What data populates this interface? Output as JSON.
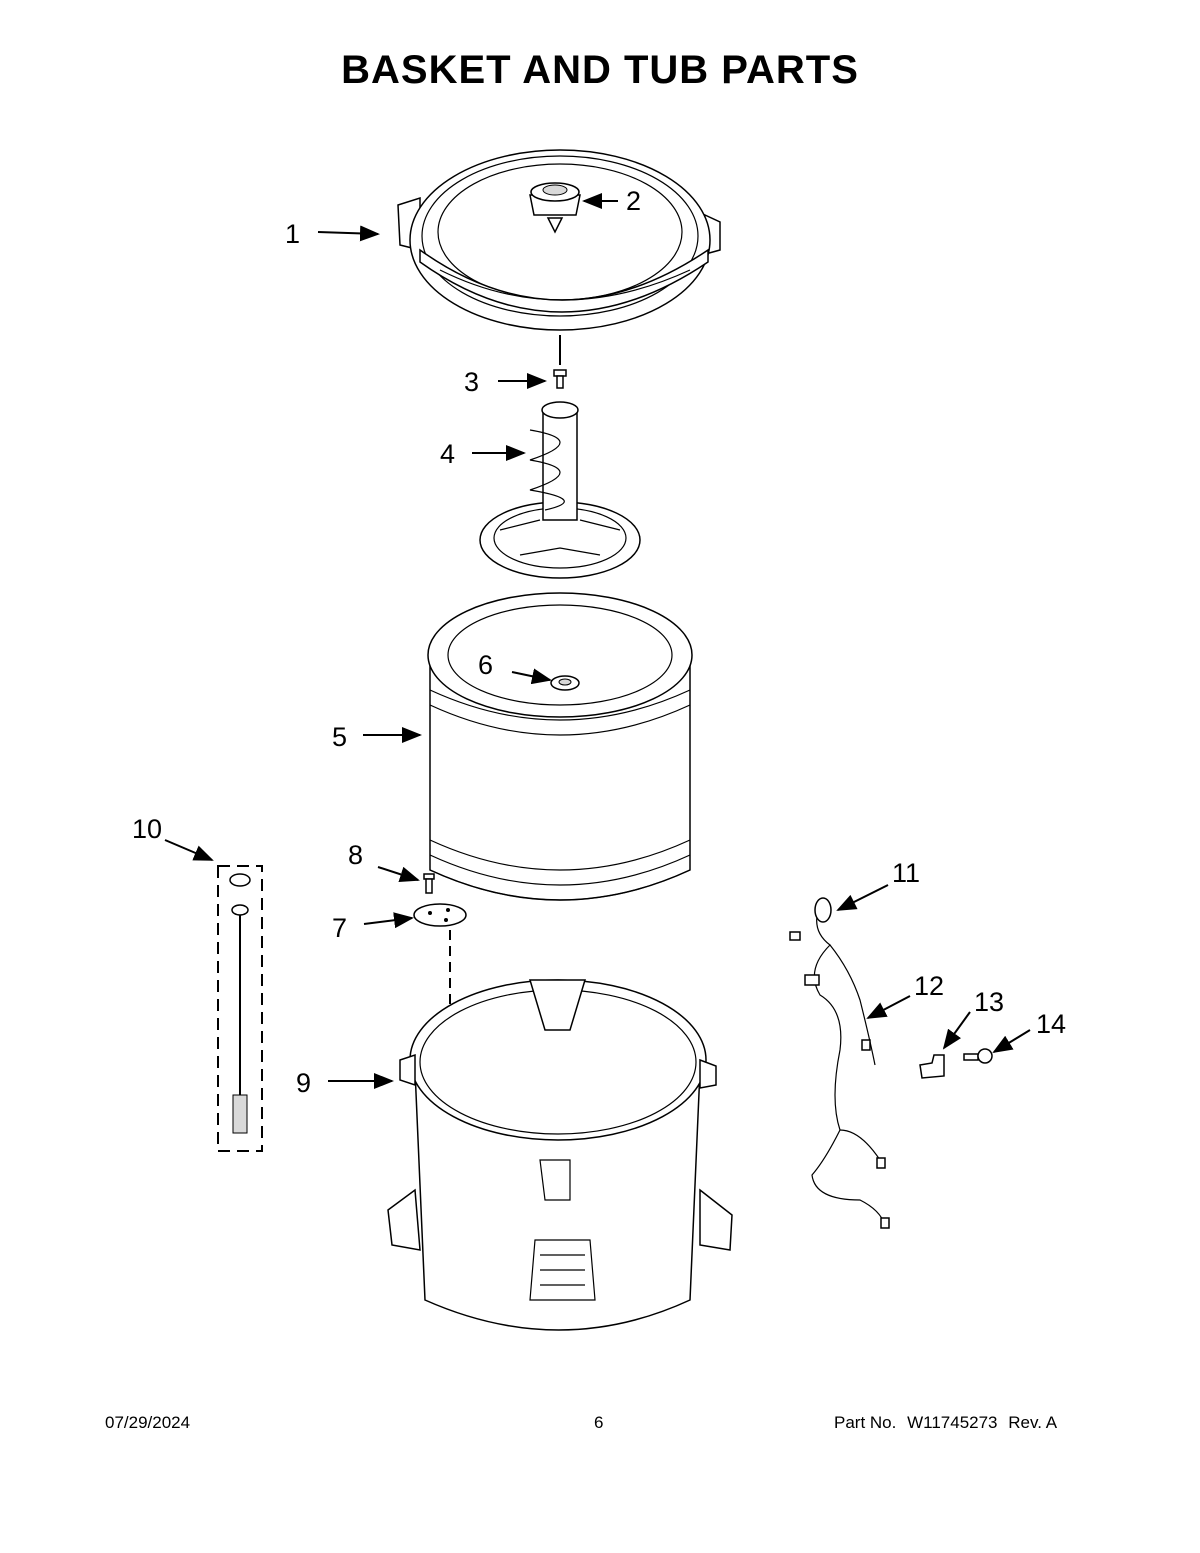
{
  "title": "BASKET AND TUB PARTS",
  "callouts": [
    "1",
    "2",
    "3",
    "4",
    "5",
    "6",
    "7",
    "8",
    "9",
    "10",
    "11",
    "12",
    "13",
    "14"
  ],
  "footer": {
    "date": "07/29/2024",
    "page": "6",
    "part_label": "Part No.",
    "part_number": "W11745273",
    "rev": "Rev. A"
  }
}
